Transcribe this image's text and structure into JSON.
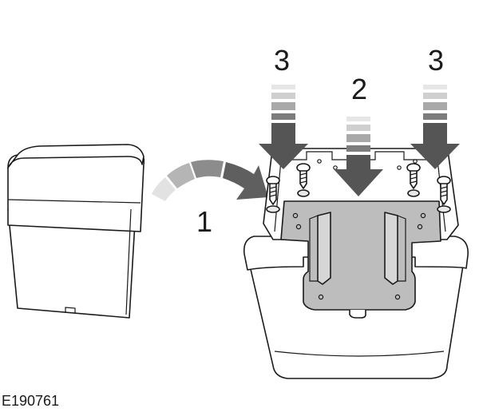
{
  "figure": {
    "reference_code": "E190761",
    "steps": {
      "step_1": "1",
      "step_2": "2",
      "step_3_left": "3",
      "step_3_right": "3"
    }
  },
  "colors": {
    "line": "#1a1a1a",
    "arrow_dark": "#555555",
    "plate": "#bdbdbd",
    "curved_arrow_segments": [
      "#e2e2e2",
      "#b5b5b5",
      "#8c8c8c",
      "#5f5f5f"
    ]
  }
}
